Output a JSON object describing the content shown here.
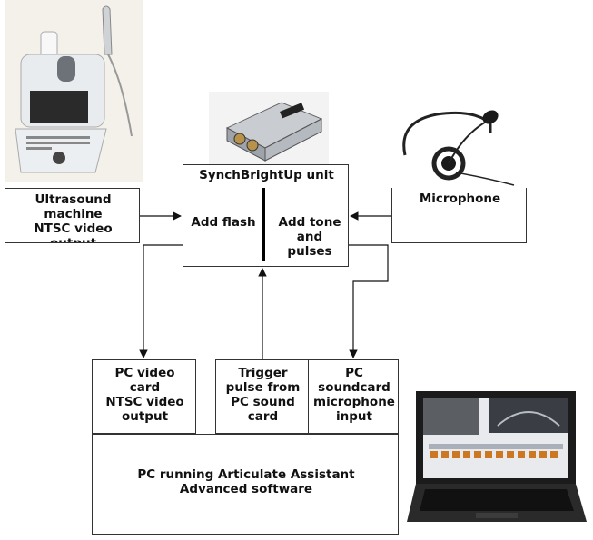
{
  "unit": {
    "title": "SynchBrightUp unit",
    "left": "Add flash",
    "right": "Add tone\nand\npulses"
  },
  "ultrasound": {
    "label": "Ultrasound\nmachine\nNTSC video\noutput"
  },
  "microphone": {
    "label": "Microphone"
  },
  "video_card": {
    "label": "PC video\ncard\nNTSC video\noutput"
  },
  "trigger": {
    "label": "Trigger\npulse from\nPC sound\ncard"
  },
  "soundcard": {
    "label": "PC\nsoundcard\nmicrophone\ninput"
  },
  "pc": {
    "label": "PC running Articulate Assistant\nAdvanced software"
  }
}
